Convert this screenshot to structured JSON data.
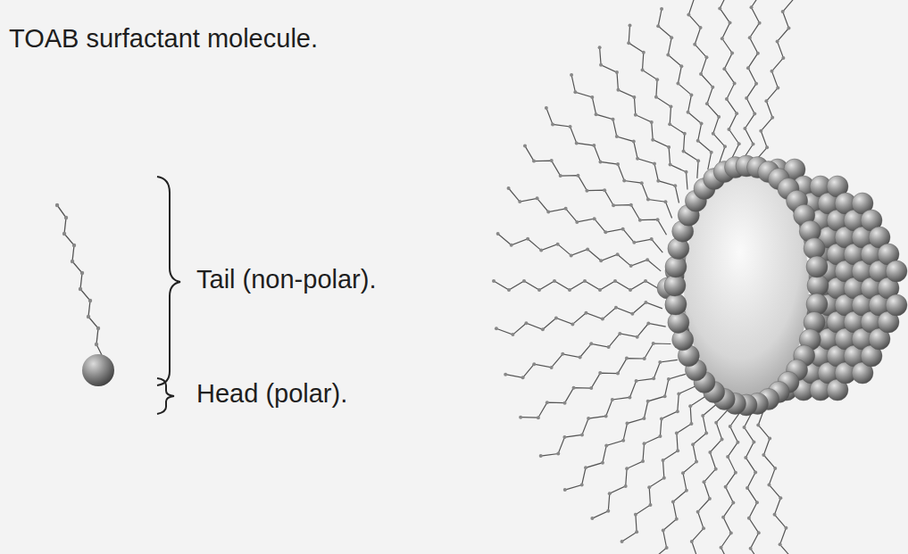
{
  "diagram": {
    "labels": [
      "TOAB surfactant molecule.",
      "Tail (non-polar).",
      "Head (polar)."
    ]
  }
}
